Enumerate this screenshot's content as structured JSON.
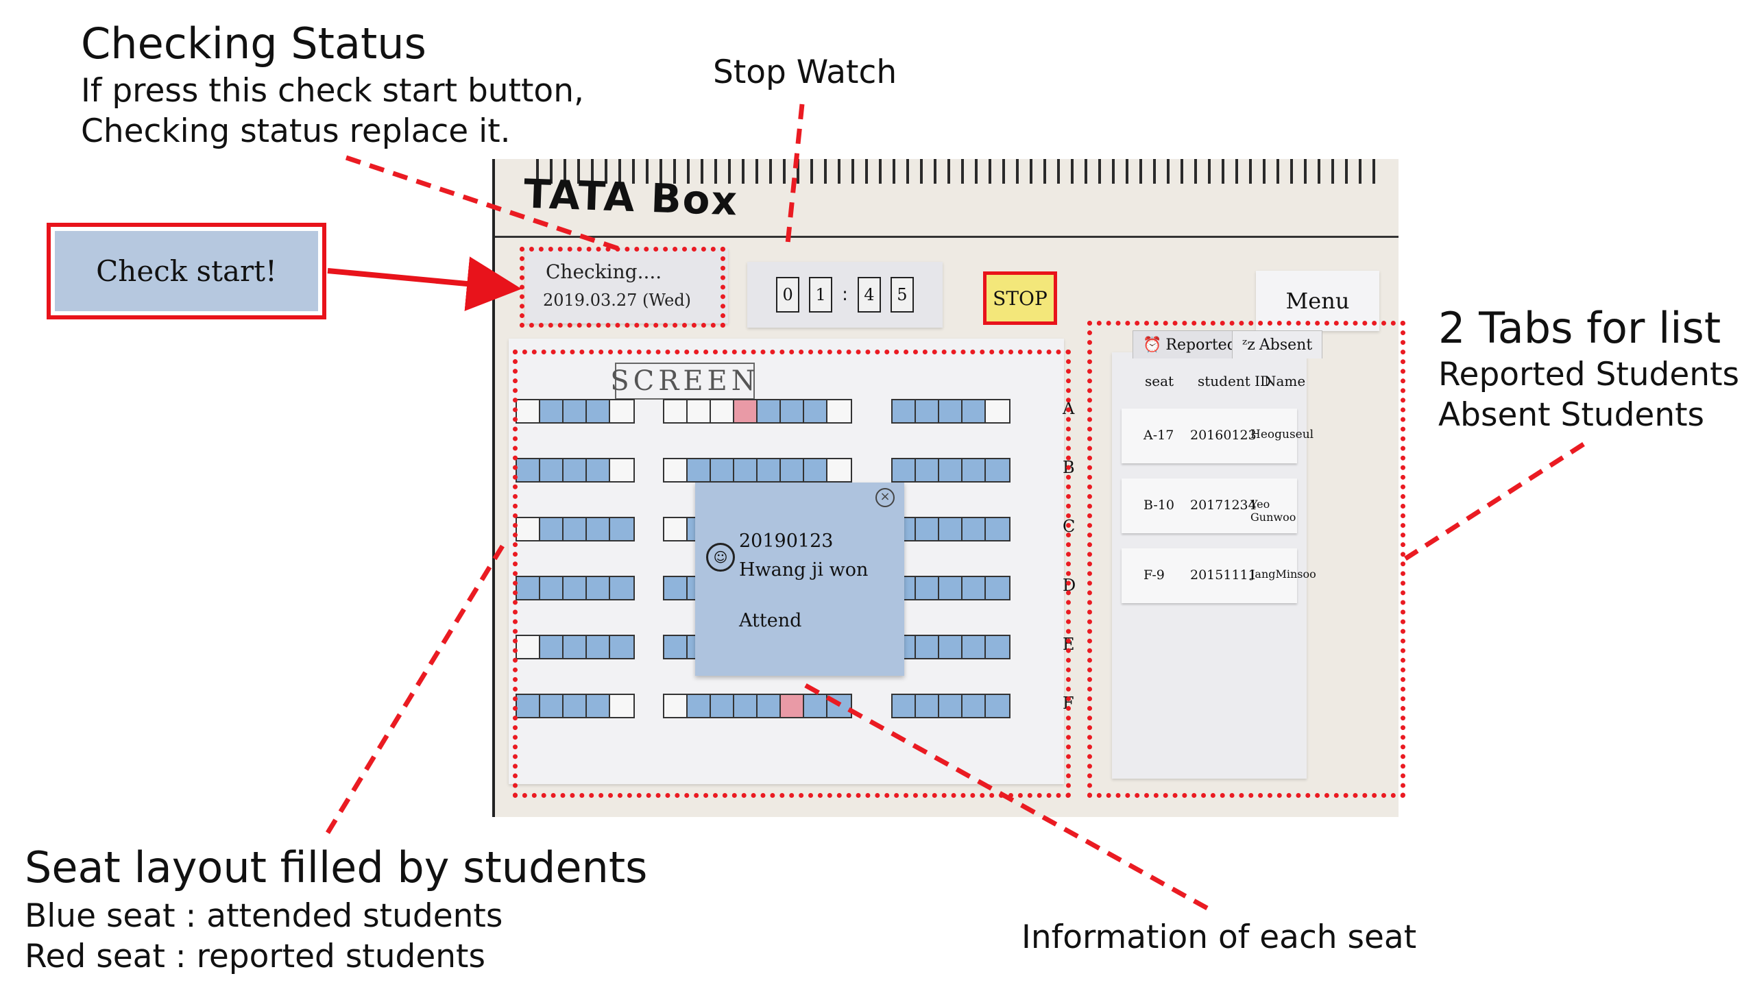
{
  "annotations": {
    "checking_status": {
      "title": "Checking Status",
      "line1": "If press this check start button,",
      "line2": "Checking status replace it."
    },
    "stop_watch": "Stop Watch",
    "tabs": {
      "title": "2 Tabs for list",
      "line1": "Reported Students",
      "line2": "Absent Students"
    },
    "seat_layout": {
      "title": "Seat layout filled by students",
      "line1": "Blue seat : attended students",
      "line2": "Red seat : reported students"
    },
    "seat_info": "Information of each seat"
  },
  "check_start_button": "Check start!",
  "prototype": {
    "app_title": "TATA Box",
    "status": {
      "line1": "Checking....",
      "line2": "2019.03.27 (Wed)"
    },
    "stopwatch_digits": [
      "0",
      "1",
      "4",
      "5"
    ],
    "stopwatch_separator": ":",
    "stop_button": "STOP",
    "menu_button": "Menu",
    "screen_label": "SCREEN",
    "row_labels": [
      "A",
      "B",
      "C",
      "D",
      "E",
      "F"
    ],
    "popup": {
      "student_id": "20190123",
      "name": "Hwang ji won",
      "status": "Attend",
      "close_icon": "close-circle-icon",
      "avatar_icon": "user-avatar-icon"
    },
    "tabs": [
      {
        "label": "Reported",
        "icon": "alarm-bell-icon"
      },
      {
        "label": "Absent",
        "icon": "sleep-zz-icon"
      }
    ],
    "list_headers": [
      "seat",
      "student ID",
      "Name"
    ],
    "reported_list": [
      {
        "seat": "A-17",
        "id": "20160123",
        "name": "Heoguseul"
      },
      {
        "seat": "B-10",
        "id": "20171234",
        "name": "Yeo Gunwoo"
      },
      {
        "seat": "F-9",
        "id": "20151111",
        "name": "JangMinsoo"
      }
    ]
  },
  "colors": {
    "annotation_red": "#ea1b22",
    "attended_seat": "#8fb4db",
    "reported_seat": "#e99aa6",
    "stop_yellow": "#f3e77a"
  }
}
